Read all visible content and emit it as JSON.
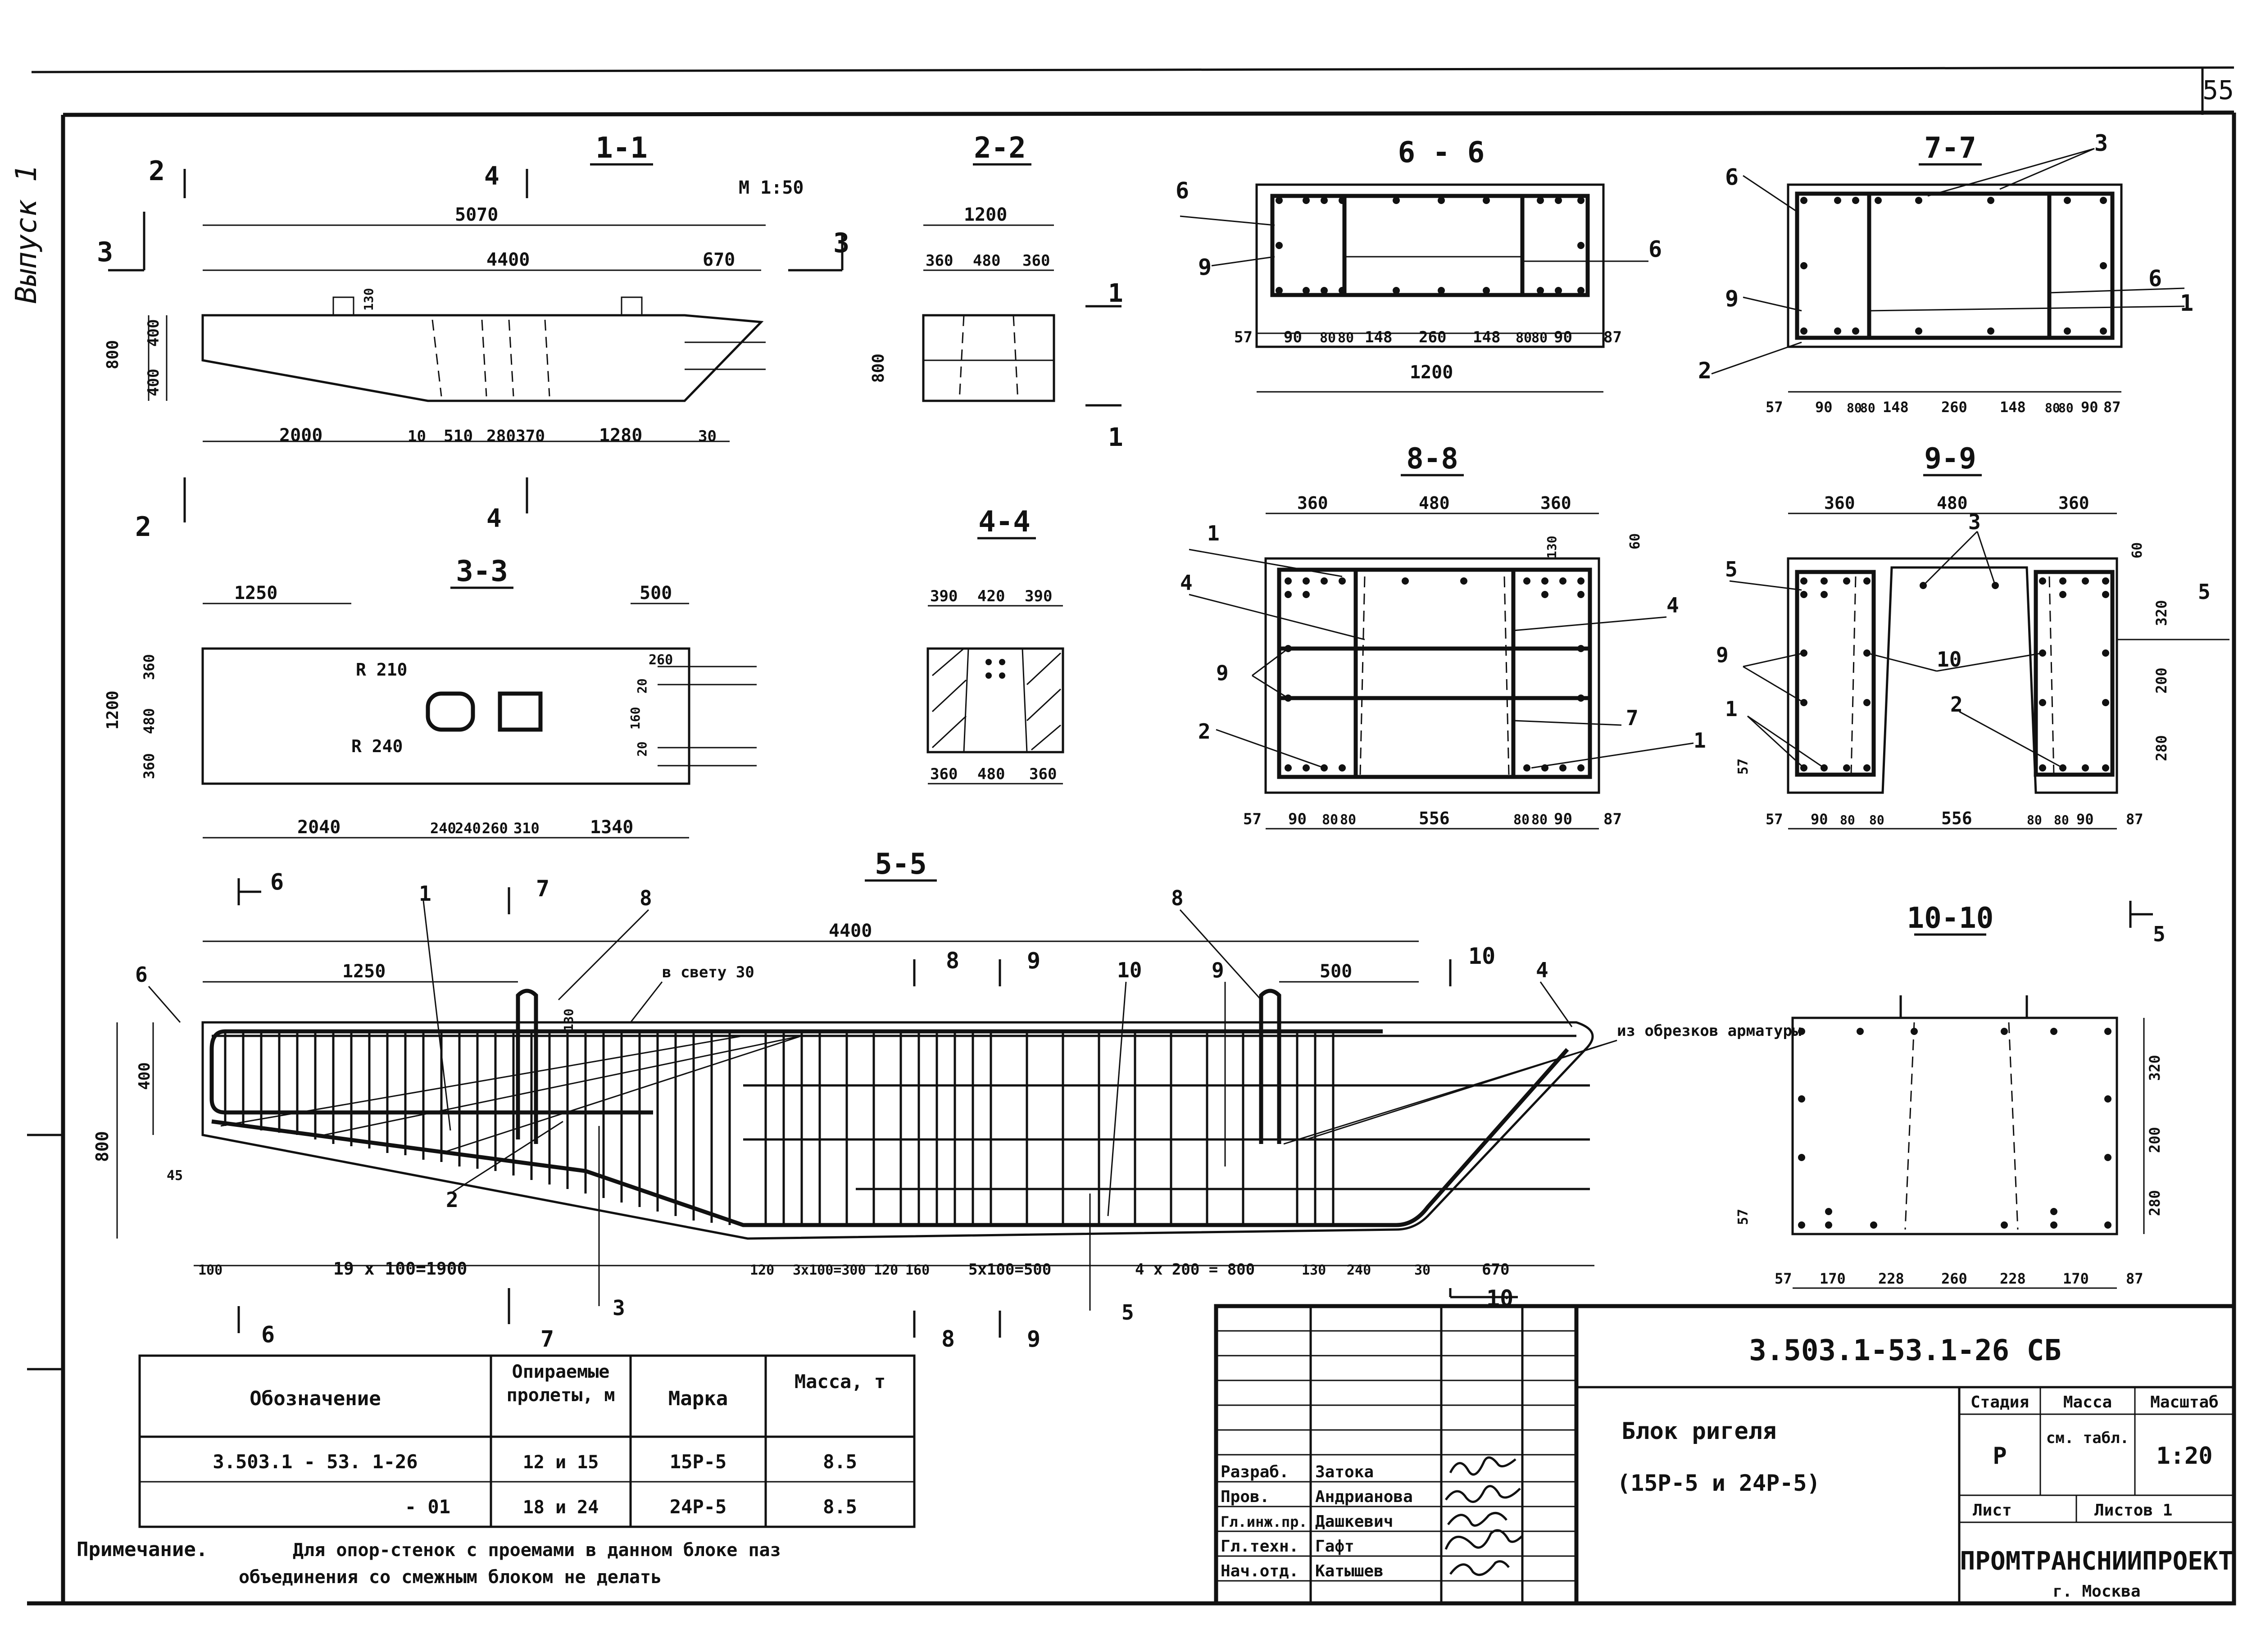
{
  "sheet": {
    "page_number": "55",
    "issue": "Выпуск 1"
  },
  "scale_note": "М 1:50",
  "sections": {
    "s1": "1-1",
    "s2": "2-2",
    "s3": "3-3",
    "s4": "4-4",
    "s5": "5-5",
    "s6": "6 - 6",
    "s7": "7-7",
    "s8": "8-8",
    "s9": "9-9",
    "s10": "10-10"
  },
  "section_marks": [
    "2",
    "3",
    "4",
    "1",
    "5",
    "6",
    "7",
    "8",
    "9",
    "10"
  ],
  "dimensions": {
    "s1": [
      "5070",
      "4400",
      "670",
      "800",
      "400",
      "400",
      "2000",
      "10",
      "510",
      "280",
      "370",
      "1280",
      "30",
      "130"
    ],
    "s2": [
      "1200",
      "360",
      "480",
      "360",
      "800"
    ],
    "s3": [
      "1250",
      "500",
      "1200",
      "360",
      "480",
      "360",
      "R 210",
      "R 240",
      "260",
      "20",
      "160",
      "20",
      "2040",
      "240",
      "240",
      "260",
      "310",
      "1340"
    ],
    "s4": [
      "390",
      "420",
      "390",
      "360",
      "480",
      "360"
    ],
    "s6": [
      "57",
      "90",
      "80",
      "80",
      "148",
      "260",
      "148",
      "80",
      "80",
      "90",
      "87",
      "1200"
    ],
    "s7": [
      "57",
      "90",
      "80",
      "80",
      "148",
      "260",
      "148",
      "80",
      "80",
      "90",
      "87"
    ],
    "s8": [
      "360",
      "480",
      "360",
      "130",
      "60",
      "57",
      "90",
      "80",
      "80",
      "556",
      "80",
      "80",
      "90",
      "87"
    ],
    "s9": [
      "360",
      "480",
      "360",
      "60",
      "320",
      "200",
      "280",
      "57",
      "57",
      "90",
      "80",
      "80",
      "556",
      "80",
      "80",
      "90",
      "87"
    ],
    "s5": [
      "4400",
      "1250",
      "500",
      "в свету 30",
      "400",
      "800",
      "130",
      "45",
      "100",
      "19 x 100=1900",
      "120",
      "3x100=300",
      "120",
      "160",
      "5x100=500",
      "4 x 200 = 800",
      "130",
      "240",
      "30",
      "670"
    ],
    "s10": [
      "320",
      "200",
      "280",
      "57",
      "57",
      "170",
      "228",
      "260",
      "228",
      "170",
      "87"
    ]
  },
  "callouts": [
    "1",
    "2",
    "3",
    "4",
    "5",
    "6",
    "7",
    "8",
    "9",
    "10"
  ],
  "note_scrap": "из обрезков арматуры",
  "table": {
    "headers": [
      "Обозначение",
      "Опираемые пролеты, м",
      "Марка",
      "Масса, т"
    ],
    "rows": [
      [
        "3.503.1 - 53. 1-26",
        "12 и 15",
        "15Р-5",
        "8.5"
      ],
      [
        "- 01",
        "18 и 24",
        "24Р-5",
        "8.5"
      ]
    ]
  },
  "footnote": {
    "label": "Примечание.",
    "line1": "Для опор-стенок с проемами в данном блоке паз",
    "line2": "объединения со смежным блоком не делать"
  },
  "stamp": {
    "code": "3.503.1-53.1-26 СБ",
    "title_line1": "Блок ригеля",
    "title_line2": "(15Р-5 и 24Р-5)",
    "signatures": [
      {
        "role": "Разраб.",
        "name": "Затока"
      },
      {
        "role": "Пров.",
        "name": "Андрианова"
      },
      {
        "role": "Гл.инж.пр.",
        "name": "Дашкевич"
      },
      {
        "role": "Гл.техн.",
        "name": "Гафт"
      },
      {
        "role": "Нач.отд.",
        "name": "Катышев"
      }
    ],
    "col_stage": "Стадия",
    "col_mass": "Масса",
    "col_scale": "Масштаб",
    "stage": "Р",
    "mass": "см. табл.",
    "scale": "1:20",
    "sheet_label": "Лист",
    "sheets_label": "Листов 1",
    "org": "ПРОМТРАНСНИИПРОЕКТ",
    "city": "г. Москва"
  }
}
